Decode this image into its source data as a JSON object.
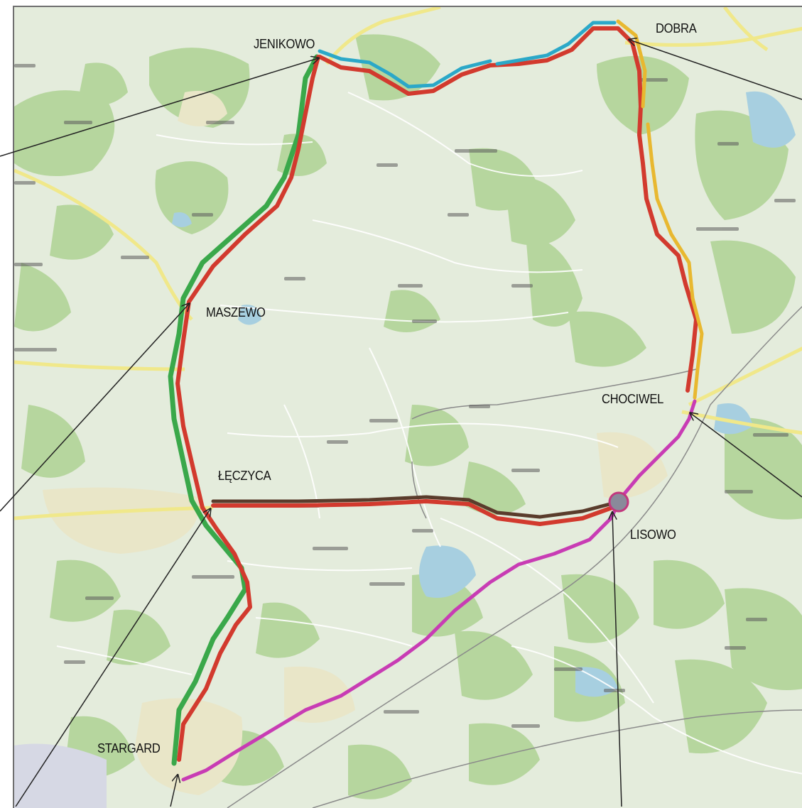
{
  "map": {
    "places": [
      {
        "key": "jenikowo",
        "label": "JENIKOWO"
      },
      {
        "key": "dobra",
        "label": "DOBRA"
      },
      {
        "key": "maszewo",
        "label": "MASZEWO"
      },
      {
        "key": "chociwel",
        "label": "CHOCIWEL"
      },
      {
        "key": "leczyca",
        "label": "ŁĘCZYCA"
      },
      {
        "key": "lisowo",
        "label": "LISOWO"
      },
      {
        "key": "stargard",
        "label": "STARGARD"
      }
    ],
    "route_colors": {
      "green": "#3aa84a",
      "red": "#d23a2e",
      "blue": "#2ba8c8",
      "yellow": "#e8b830",
      "magenta": "#c83cb4",
      "brown": "#5a3c2c"
    },
    "background_colors": {
      "land": "#e4ecdc",
      "forest": "#b6d69e",
      "water": "#a7cfe0",
      "urban": "#e9e6c8",
      "road": "#f0e88a"
    },
    "marker": {
      "name": "lisowo-marker",
      "color": "#8a8a9a"
    }
  }
}
